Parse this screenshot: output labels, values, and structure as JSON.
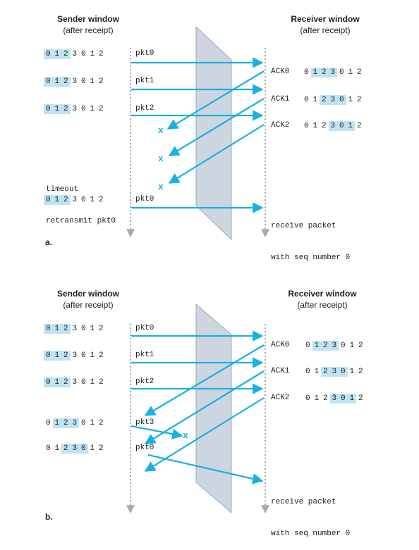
{
  "labels": {
    "sender_title": "Sender window",
    "receiver_title": "Receiver window",
    "after": "(after receipt)",
    "loss": "x"
  },
  "part_a": {
    "label": "a.",
    "sender_windows": [
      {
        "seq": [
          "0",
          "1",
          "2",
          "3",
          "0",
          "1",
          "2"
        ],
        "hl": [
          0,
          1,
          2
        ]
      },
      {
        "seq": [
          "0",
          "1",
          "2",
          "3",
          "0",
          "1",
          "2"
        ],
        "hl": [
          0,
          1,
          2
        ]
      },
      {
        "seq": [
          "0",
          "1",
          "2",
          "3",
          "0",
          "1",
          "2"
        ],
        "hl": [
          0,
          1,
          2
        ]
      },
      {
        "seq": [
          "0",
          "1",
          "2",
          "3",
          "0",
          "1",
          "2"
        ],
        "hl": [
          0,
          1,
          2
        ]
      }
    ],
    "packets": [
      "pkt0",
      "pkt1",
      "pkt2",
      "pkt0"
    ],
    "acks": [
      "ACK0",
      "ACK1",
      "ACK2"
    ],
    "receiver_windows": [
      {
        "seq": [
          "0",
          "1",
          "2",
          "3",
          "0",
          "1",
          "2"
        ],
        "hl": [
          1,
          2,
          3
        ]
      },
      {
        "seq": [
          "0",
          "1",
          "2",
          "3",
          "0",
          "1",
          "2"
        ],
        "hl": [
          2,
          3,
          4
        ]
      },
      {
        "seq": [
          "0",
          "1",
          "2",
          "3",
          "0",
          "1",
          "2"
        ],
        "hl": [
          3,
          4,
          5
        ]
      }
    ],
    "timeout_line1": "timeout",
    "timeout_line2": "retransmit pkt0",
    "receive_line1": "receive packet",
    "receive_line2": "with seq number 0"
  },
  "part_b": {
    "label": "b.",
    "sender_windows": [
      {
        "seq": [
          "0",
          "1",
          "2",
          "3",
          "0",
          "1",
          "2"
        ],
        "hl": [
          0,
          1,
          2
        ]
      },
      {
        "seq": [
          "0",
          "1",
          "2",
          "3",
          "0",
          "1",
          "2"
        ],
        "hl": [
          0,
          1,
          2
        ]
      },
      {
        "seq": [
          "0",
          "1",
          "2",
          "3",
          "0",
          "1",
          "2"
        ],
        "hl": [
          0,
          1,
          2
        ]
      },
      {
        "seq": [
          "0",
          "1",
          "2",
          "3",
          "0",
          "1",
          "2"
        ],
        "hl": [
          1,
          2,
          3
        ]
      },
      {
        "seq": [
          "0",
          "1",
          "2",
          "3",
          "0",
          "1",
          "2"
        ],
        "hl": [
          2,
          3,
          4
        ]
      }
    ],
    "packets": [
      "pkt0",
      "pkt1",
      "pkt2",
      "pkt3",
      "pkt0"
    ],
    "acks": [
      "ACK0",
      "ACK1",
      "ACK2"
    ],
    "receiver_windows": [
      {
        "seq": [
          "0",
          "1",
          "2",
          "3",
          "0",
          "1",
          "2"
        ],
        "hl": [
          1,
          2,
          3
        ]
      },
      {
        "seq": [
          "0",
          "1",
          "2",
          "3",
          "0",
          "1",
          "2"
        ],
        "hl": [
          2,
          3,
          4
        ]
      },
      {
        "seq": [
          "0",
          "1",
          "2",
          "3",
          "0",
          "1",
          "2"
        ],
        "hl": [
          3,
          4,
          5
        ]
      }
    ],
    "receive_line1": "receive packet",
    "receive_line2": "with seq number 0"
  },
  "colors": {
    "arrow": "#1ab0e2",
    "window_highlight": "#bfe3f4",
    "channel": "#cdd6e0",
    "timeline": "#aaaaaa"
  }
}
